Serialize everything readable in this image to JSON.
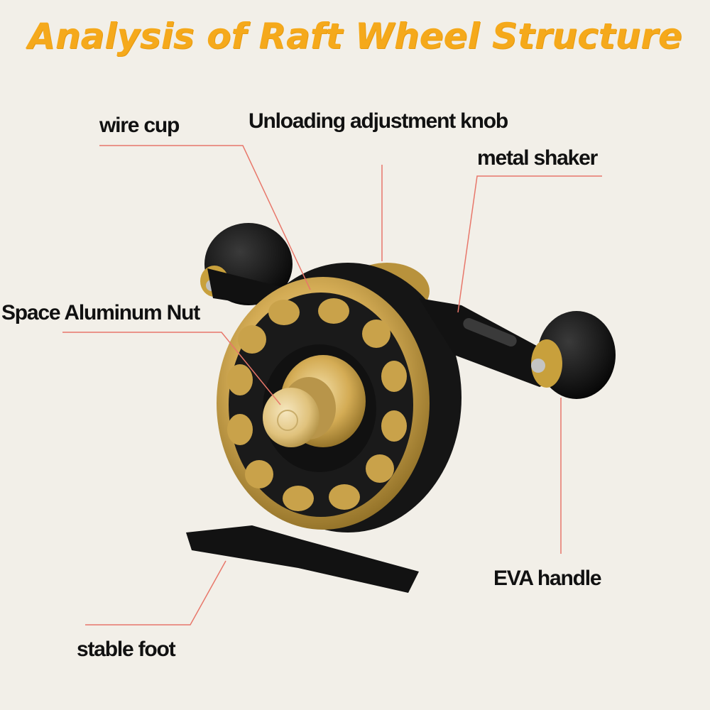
{
  "title": "Analysis of Raft Wheel Structure",
  "labels": {
    "wire_cup": "wire cup",
    "unloading_knob": "Unloading adjustment knob",
    "metal_shaker": "metal shaker",
    "space_nut": "Space Aluminum Nut",
    "eva_handle": "EVA handle",
    "stable_foot": "stable foot"
  },
  "colors": {
    "title": "#f5a91b",
    "leader_line": "#e8776a",
    "reel_black": "#141414",
    "reel_gold": "#c9a24a",
    "background": "#f2efe8"
  }
}
